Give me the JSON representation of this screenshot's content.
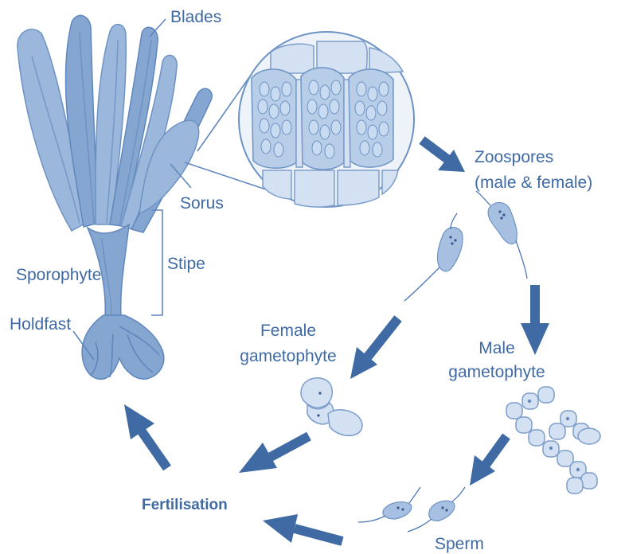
{
  "labels": {
    "blades": "Blades",
    "sorus": "Sorus",
    "stipe": "Stipe",
    "sporophyte": "Sporophyte",
    "holdfast": "Holdfast",
    "zoospores_line1": "Zoospores",
    "zoospores_line2": "(male & female)",
    "female_gametophyte_line1": "Female",
    "female_gametophyte_line2": "gametophyte",
    "male_gametophyte_line1": "Male",
    "male_gametophyte_line2": "gametophyte",
    "fertilisation": "Fertilisation",
    "sperm": "Sperm"
  },
  "colors": {
    "accent": "#3f6aa3",
    "fill_light": "#d3e1f2",
    "fill_mid": "#9bb7db",
    "outline": "#6d93c4"
  }
}
